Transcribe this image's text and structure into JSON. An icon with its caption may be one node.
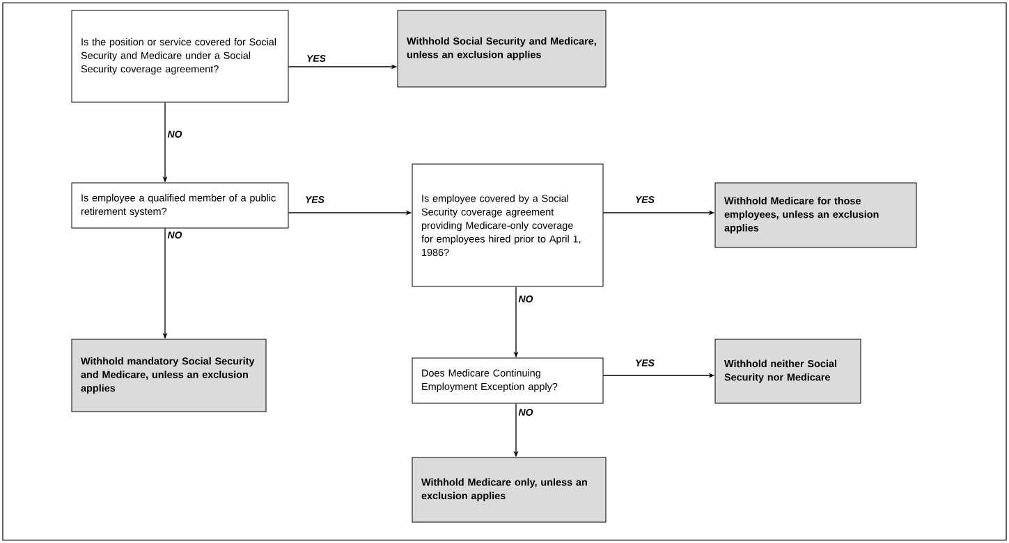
{
  "diagram": {
    "nodes": [
      {
        "text": [
          "Is the position or service covered for Social Security and Medicare under a Social Security coverage agreement?"
        ]
      },
      {
        "text": [
          "Withhold Social Security and Medicare, unless an exclusion applies"
        ]
      },
      {
        "text": [
          "Is employee a qualified member of a public retirement system?"
        ]
      },
      {
        "text": [
          "Is employee covered by a Social Security coverage agreement providing Medicare-only coverage for employees hired prior to April 1, 1986?"
        ]
      },
      {
        "text": [
          "Withhold Medicare for those employees, unless an exclusion applies"
        ]
      },
      {
        "text": [
          "Withhold mandatory Social Security and Medicare, unless an exclusion applies"
        ]
      },
      {
        "text": [
          "Does Medicare Continuing Employment Exception apply?"
        ]
      },
      {
        "text": [
          "Withhold neither Social Security nor Medicare"
        ]
      },
      {
        "text": [
          "Withhold Medicare only, unless an exclusion applies"
        ]
      }
    ],
    "edges": [
      {
        "from": 0,
        "to": 1,
        "arrow": "to",
        "label": "YES"
      },
      {
        "from": 0,
        "to": 2,
        "arrow": "to",
        "label": "NO"
      },
      {
        "from": 2,
        "to": 3,
        "arrow": "to",
        "label": "YES"
      },
      {
        "from": 2,
        "to": 5,
        "arrow": "to",
        "label": "NO"
      },
      {
        "from": 3,
        "to": 4,
        "arrow": "to",
        "label": "YES"
      },
      {
        "from": 3,
        "to": 6,
        "arrow": "to",
        "label": "NO"
      },
      {
        "from": 6,
        "to": 7,
        "arrow": "to",
        "label": "YES"
      },
      {
        "from": 6,
        "to": 8,
        "arrow": "to",
        "label": "NO"
      }
    ]
  }
}
